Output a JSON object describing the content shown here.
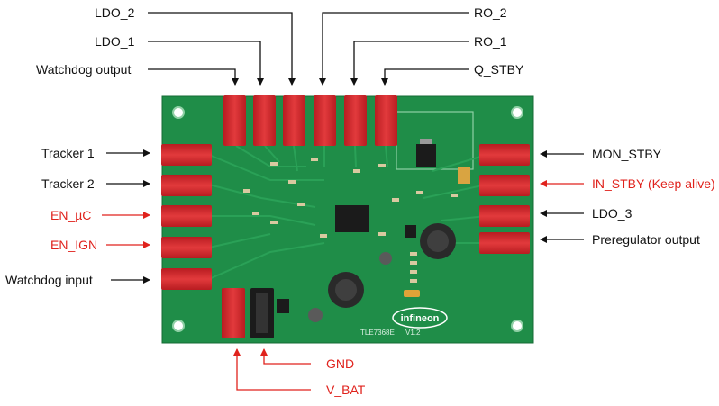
{
  "colors": {
    "pcb": "#1e8f4a",
    "pcb_dark": "#167a3d",
    "connector": "#d3252a",
    "connector_dark": "#a81a1e",
    "black_line": "#111111",
    "red_line": "#e0221c"
  },
  "labels": {
    "ldo2": "LDO_2",
    "ldo1": "LDO_1",
    "watchdog_output": "Watchdog output",
    "ro2": "RO_2",
    "ro1": "RO_1",
    "q_stby": "Q_STBY",
    "tracker1": "Tracker 1",
    "tracker2": "Tracker 2",
    "en_uc": "EN_µC",
    "en_ign": "EN_IGN",
    "watchdog_input": "Watchdog input",
    "mon_stby": "MON_STBY",
    "in_stby": "IN_STBY (Keep alive)",
    "ldo3": "LDO_3",
    "preregulator_output": "Preregulator output",
    "gnd": "GND",
    "v_bat": "V_BAT"
  },
  "board": {
    "logo": "infineon",
    "part": "TLE7368E",
    "version": "V1.2"
  }
}
